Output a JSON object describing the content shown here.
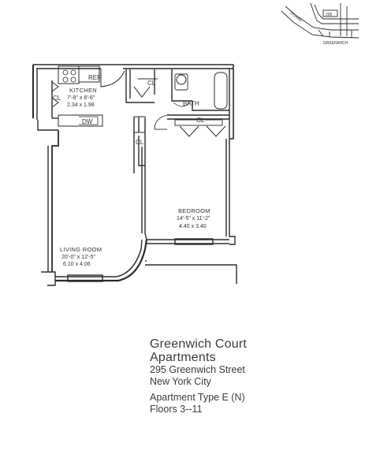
{
  "key_map": {
    "street_upper": "DUANE",
    "street_lower": "GREENWICH",
    "building_mark": "295"
  },
  "rooms": {
    "kitchen": {
      "name": "KITCHEN",
      "dims_imperial": "7'-8\" x 6'-6\"",
      "dims_metric": "2.34 x 1.98"
    },
    "bedroom": {
      "name": "BEDROOM",
      "dims_imperial": "14'-5\" x 11'-2\"",
      "dims_metric": "4.40 x 3.40"
    },
    "living_room": {
      "name": "LIVING ROOM",
      "dims_imperial": "20'-0\" x 12'-5\"",
      "dims_metric": "6.10 x 4.06"
    }
  },
  "fixtures": {
    "closet": "CL",
    "bath": "BATH",
    "refrigerator": "REF",
    "dishwasher": "DW"
  },
  "caption": {
    "title_line1": "Greenwich Court",
    "title_line2": "Apartments",
    "address": "295 Greenwich Street",
    "city": "New York City",
    "apartment_type": "Apartment Type E (N)",
    "floors": "Floors 3--11"
  }
}
